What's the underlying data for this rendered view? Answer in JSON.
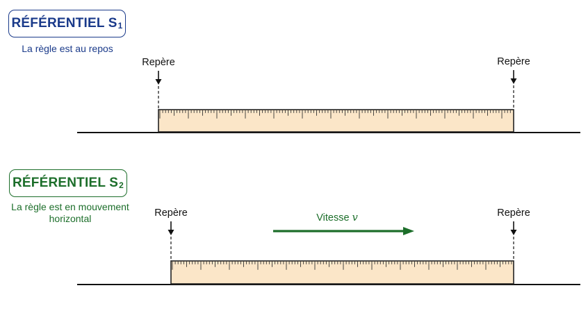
{
  "frame1": {
    "title": "RÉFÉRENTIEL S",
    "subscript": "1",
    "caption": "La règle est au repos",
    "color": "#1a3a8a"
  },
  "frame2": {
    "title": "RÉFÉRENTIEL S",
    "subscript": "2",
    "caption_line1": "La règle est en mouvement",
    "caption_line2": "horizontal",
    "color": "#1c6e2a"
  },
  "marker_label": "Repère",
  "velocity": {
    "label": "Vitesse",
    "symbol": "v",
    "color": "#1c6e2a"
  },
  "ruler": {
    "fill": "#fbe6c8",
    "stroke": "#222222"
  }
}
